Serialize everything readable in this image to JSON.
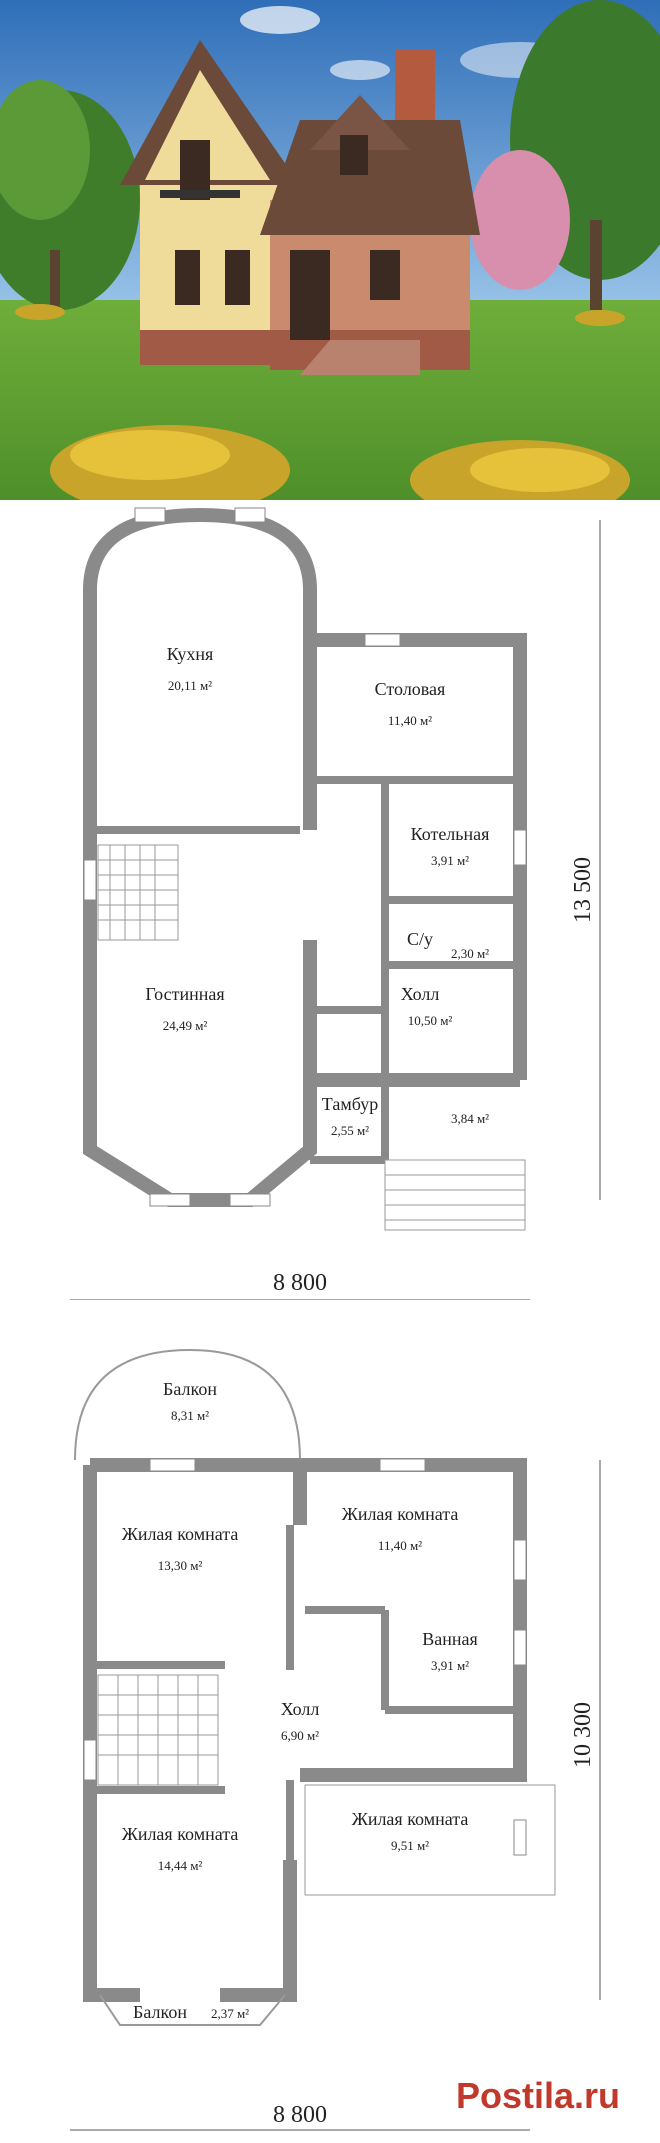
{
  "plan1": {
    "rooms": [
      {
        "name": "Кухня",
        "area": "20,11 м²"
      },
      {
        "name": "Столовая",
        "area": "11,40 м²"
      },
      {
        "name": "Котельная",
        "area": "3,91 м²"
      },
      {
        "name": "С/у",
        "area": "2,30 м²"
      },
      {
        "name": "Гостинная",
        "area": "24,49 м²"
      },
      {
        "name": "Холл",
        "area": "10,50 м²"
      },
      {
        "name": "Тамбур",
        "area": "2,55 м²"
      },
      {
        "name": "",
        "area": "3,84 м²"
      }
    ],
    "dim_width": "8 800",
    "dim_height": "13 500"
  },
  "plan2": {
    "rooms": [
      {
        "name": "Балкон",
        "area": "8,31 м²"
      },
      {
        "name": "Жилая комната",
        "area": "13,30 м²"
      },
      {
        "name": "Жилая комната",
        "area": "11,40 м²"
      },
      {
        "name": "Ванная",
        "area": "3,91 м²"
      },
      {
        "name": "Холл",
        "area": "6,90 м²"
      },
      {
        "name": "Жилая комната",
        "area": "14,44 м²"
      },
      {
        "name": "Жилая комната",
        "area": "9,51 м²"
      },
      {
        "name": "Балкон",
        "area": "2,37 м²"
      }
    ],
    "dim_width": "8 800",
    "dim_height": "10 300"
  },
  "watermark": "Postila.ru"
}
